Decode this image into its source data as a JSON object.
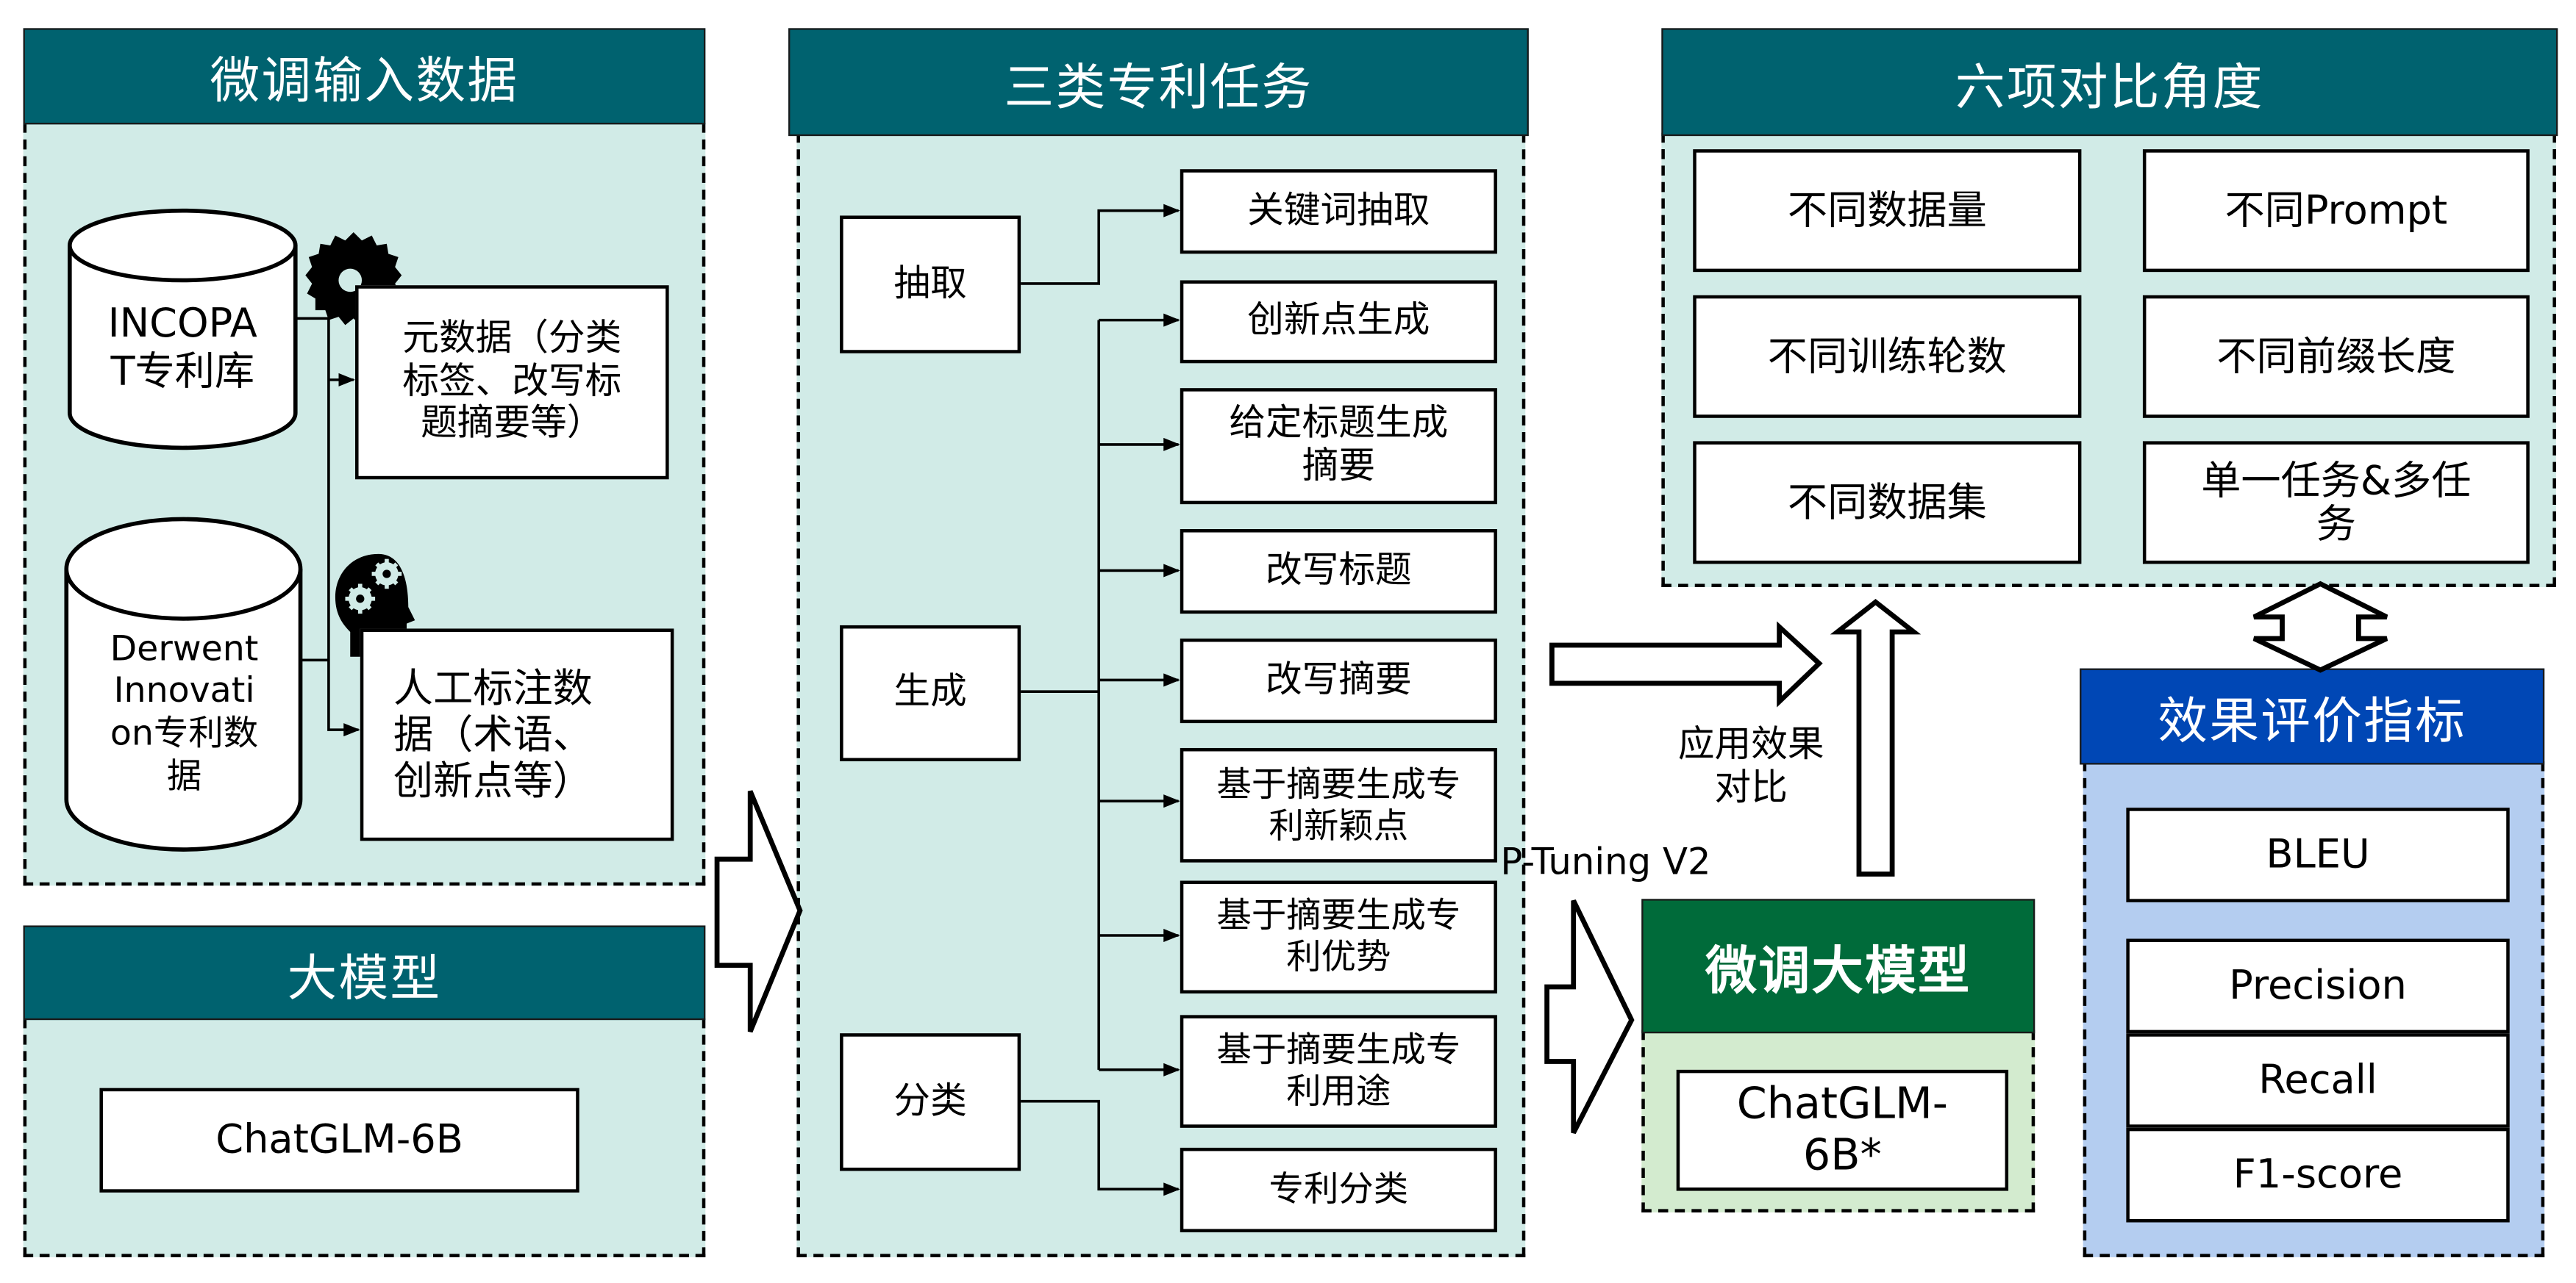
{
  "input_panel": {
    "title": "微调输入数据",
    "sources": [
      {
        "label": "INCOPAT专利库",
        "line1": "INCOPA",
        "line2": "T专利库"
      },
      {
        "label": "Derwent Innovation专利数据",
        "lines": [
          "Derwent",
          "Innovati",
          "on专利数",
          "据"
        ]
      }
    ],
    "outputs": [
      {
        "lines": [
          "元数据（分类",
          "标签、改写标",
          "题摘要等）"
        ],
        "icon": "saw-blade-icon"
      },
      {
        "lines": [
          "人工标注数",
          "据（术语、",
          "创新点等）"
        ],
        "icon": "head-gears-icon"
      }
    ]
  },
  "model_panel": {
    "title": "大模型",
    "model": "ChatGLM-6B"
  },
  "task_panel": {
    "title": "三类专利任务",
    "categories": [
      "抽取",
      "生成",
      "分类"
    ],
    "tasks": [
      {
        "category": "抽取",
        "lines": [
          "关键词抽取"
        ]
      },
      {
        "category": "生成",
        "lines": [
          "创新点生成"
        ]
      },
      {
        "category": "生成",
        "lines": [
          "给定标题生成",
          "摘要"
        ]
      },
      {
        "category": "生成",
        "lines": [
          "改写标题"
        ]
      },
      {
        "category": "生成",
        "lines": [
          "改写摘要"
        ]
      },
      {
        "category": "生成",
        "lines": [
          "基于摘要生成专",
          "利新颖点"
        ]
      },
      {
        "category": "生成",
        "lines": [
          "基于摘要生成专",
          "利优势"
        ]
      },
      {
        "category": "生成",
        "lines": [
          "基于摘要生成专",
          "利用途"
        ]
      },
      {
        "category": "分类",
        "lines": [
          "专利分类"
        ]
      }
    ]
  },
  "comparison_panel": {
    "title": "六项对比角度",
    "items": [
      {
        "lines": [
          "不同数据量"
        ]
      },
      {
        "lines": [
          "不同Prompt"
        ]
      },
      {
        "lines": [
          "不同训练轮数"
        ]
      },
      {
        "lines": [
          "不同前缀长度"
        ]
      },
      {
        "lines": [
          "不同数据集"
        ]
      },
      {
        "lines": [
          "单一任务&多任",
          "务"
        ]
      }
    ]
  },
  "finetuned_panel": {
    "title": "微调大模型",
    "model_lines": [
      "ChatGLM-",
      "6B*"
    ],
    "method_label": "P-Tuning V2"
  },
  "application_label": {
    "lines": [
      "应用效果",
      "对比"
    ]
  },
  "metrics_panel": {
    "title": "效果评价指标",
    "metrics": [
      "BLEU",
      "Precision",
      "Recall",
      "F1-score"
    ]
  },
  "colors": {
    "teal_header": "#00626F",
    "light_teal_body": "#D1EBE7",
    "green_header": "#006B3A",
    "light_green_body": "#D3EBCF",
    "blue_header": "#0047B5",
    "light_blue_body": "#B4CDF0"
  }
}
